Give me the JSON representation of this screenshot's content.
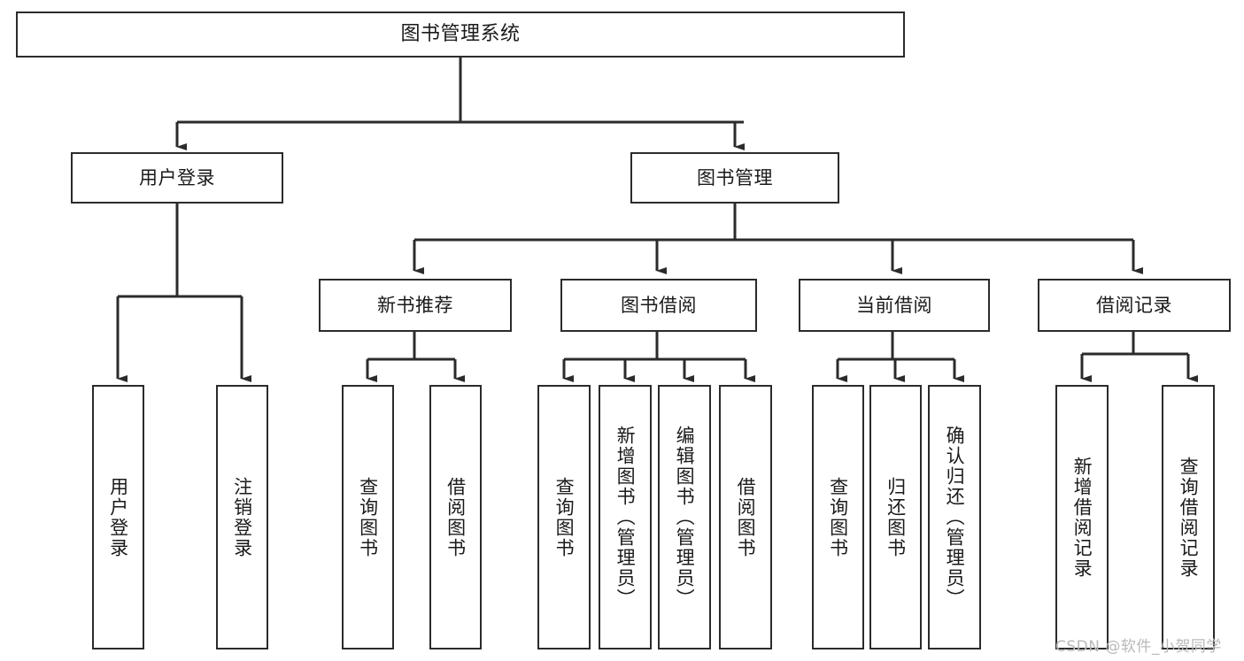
{
  "diagram": {
    "title": "图书管理系统",
    "type": "tree-hierarchy",
    "root": {
      "id": "root",
      "label": "图书管理系统"
    },
    "level2": [
      {
        "id": "user-login",
        "label": "用户登录"
      },
      {
        "id": "book-manage",
        "label": "图书管理"
      }
    ],
    "level3": [
      {
        "id": "new-book-recommend",
        "label": "新书推荐",
        "parent": "book-manage"
      },
      {
        "id": "book-borrow",
        "label": "图书借阅",
        "parent": "book-manage"
      },
      {
        "id": "current-borrow",
        "label": "当前借阅",
        "parent": "book-manage"
      },
      {
        "id": "borrow-record",
        "label": "借阅记录",
        "parent": "book-manage"
      }
    ],
    "leaves": [
      {
        "id": "leaf-user-login",
        "label": "用户登录",
        "parent": "user-login"
      },
      {
        "id": "leaf-logout-login",
        "label": "注销登录",
        "parent": "user-login"
      },
      {
        "id": "leaf-query-book-1",
        "label": "查询图书",
        "parent": "new-book-recommend"
      },
      {
        "id": "leaf-borrow-book-1",
        "label": "借阅图书",
        "parent": "new-book-recommend"
      },
      {
        "id": "leaf-query-book-2",
        "label": "查询图书",
        "parent": "book-borrow"
      },
      {
        "id": "leaf-add-book",
        "label": "新增图书（管理员）",
        "parent": "book-borrow"
      },
      {
        "id": "leaf-edit-book",
        "label": "编辑图书（管理员）",
        "parent": "book-borrow"
      },
      {
        "id": "leaf-borrow-book-2",
        "label": "借阅图书",
        "parent": "book-borrow"
      },
      {
        "id": "leaf-query-book-3",
        "label": "查询图书",
        "parent": "current-borrow"
      },
      {
        "id": "leaf-return-book",
        "label": "归还图书",
        "parent": "current-borrow"
      },
      {
        "id": "leaf-confirm-return",
        "label": "确认归还（管理员）",
        "parent": "current-borrow"
      },
      {
        "id": "leaf-add-record",
        "label": "新增借阅记录",
        "parent": "borrow-record"
      },
      {
        "id": "leaf-query-record",
        "label": "查询借阅记录",
        "parent": "borrow-record"
      }
    ],
    "watermark": "CSDN @软件_小贺同学",
    "colors": {
      "border": "#2b2b2b",
      "text": "#1a1a1a",
      "background": "#ffffff",
      "edge": "#2b2b2b",
      "watermark": "#b9b9b9"
    }
  }
}
